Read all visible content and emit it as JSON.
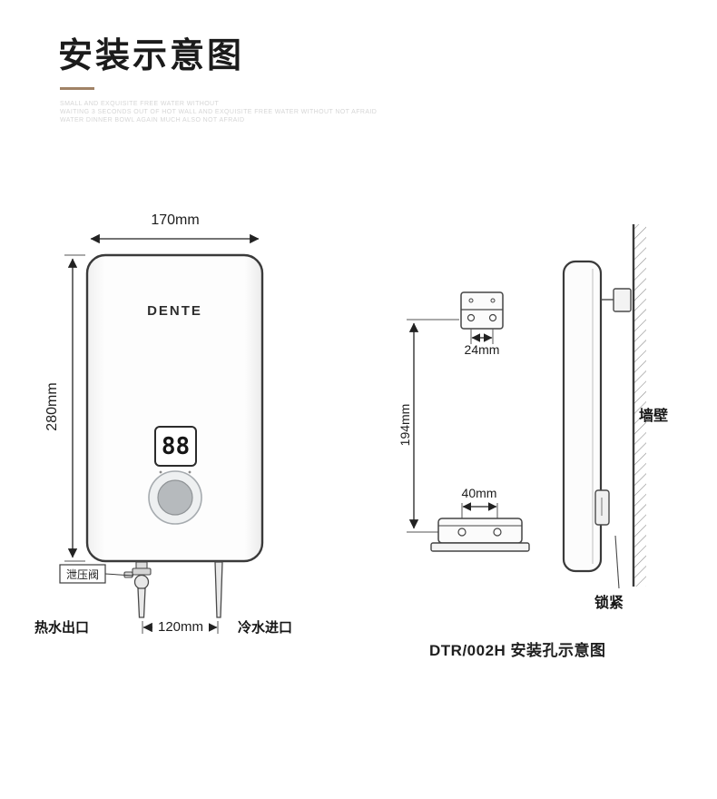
{
  "colors": {
    "accent": "#a08266",
    "ink": "#222222"
  },
  "header": {
    "title": "安装示意图",
    "tagline_lines": [
      "SMALL AND EXQUISITE FREE WATER WITHOUT",
      "WAITING  3 SECONDS OUT OF HOT WALL AND EXQUISITE FREE WATER WITHOUT  NOT AFRAID",
      "WATER  DINNER BOWL AGAIN MUCH ALSO NOT AFRAID"
    ]
  },
  "front_view": {
    "width_dim": "170mm",
    "height_dim": "280mm",
    "brand": "DENTE",
    "display_value": "88",
    "relief_valve_label": "泄压阀",
    "hot_outlet_label": "热水出口",
    "pipe_spacing_dim": "120mm",
    "cold_inlet_label": "冷水进口"
  },
  "mounting_view": {
    "top_bracket_dim": "24mm",
    "hole_spacing_dim": "194mm",
    "base_bracket_dim": "40mm",
    "caption": "DTR/002H 安装孔示意图"
  },
  "side_view": {
    "wall_label": "墙壁",
    "lock_label": "锁紧"
  }
}
